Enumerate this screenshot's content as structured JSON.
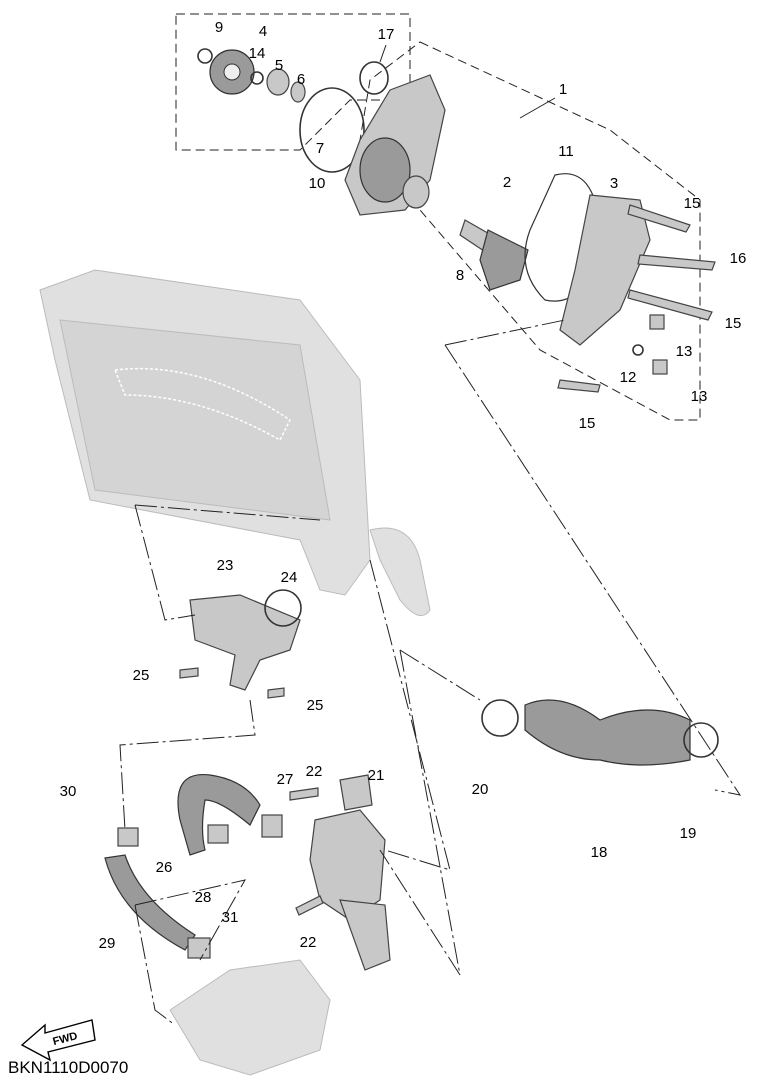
{
  "diagram": {
    "callouts": [
      "9",
      "4",
      "14",
      "5",
      "6",
      "17",
      "1",
      "11",
      "2",
      "3",
      "15",
      "7",
      "10",
      "8",
      "16",
      "15",
      "13",
      "12",
      "13",
      "15",
      "23",
      "24",
      "25",
      "25",
      "30",
      "27",
      "22",
      "21",
      "20",
      "19",
      "18",
      "26",
      "28",
      "29",
      "31",
      "22"
    ],
    "drawing_code": "BKN1110D0070",
    "fwd_label": "FWD"
  }
}
